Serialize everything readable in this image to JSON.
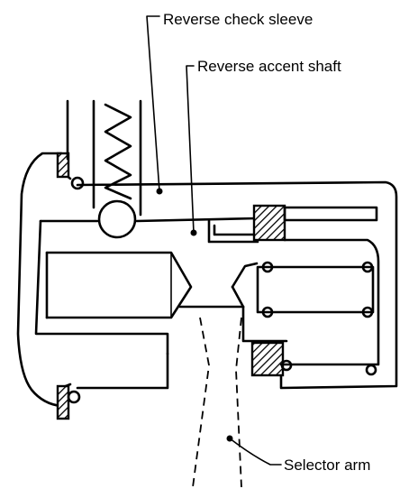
{
  "labels": {
    "reverse_check_sleeve": "Reverse check sleeve",
    "reverse_accent_shaft": "Reverse accent shaft",
    "selector_arm": "Selector arm"
  },
  "colors": {
    "line": "#000000",
    "background": "#ffffff"
  }
}
